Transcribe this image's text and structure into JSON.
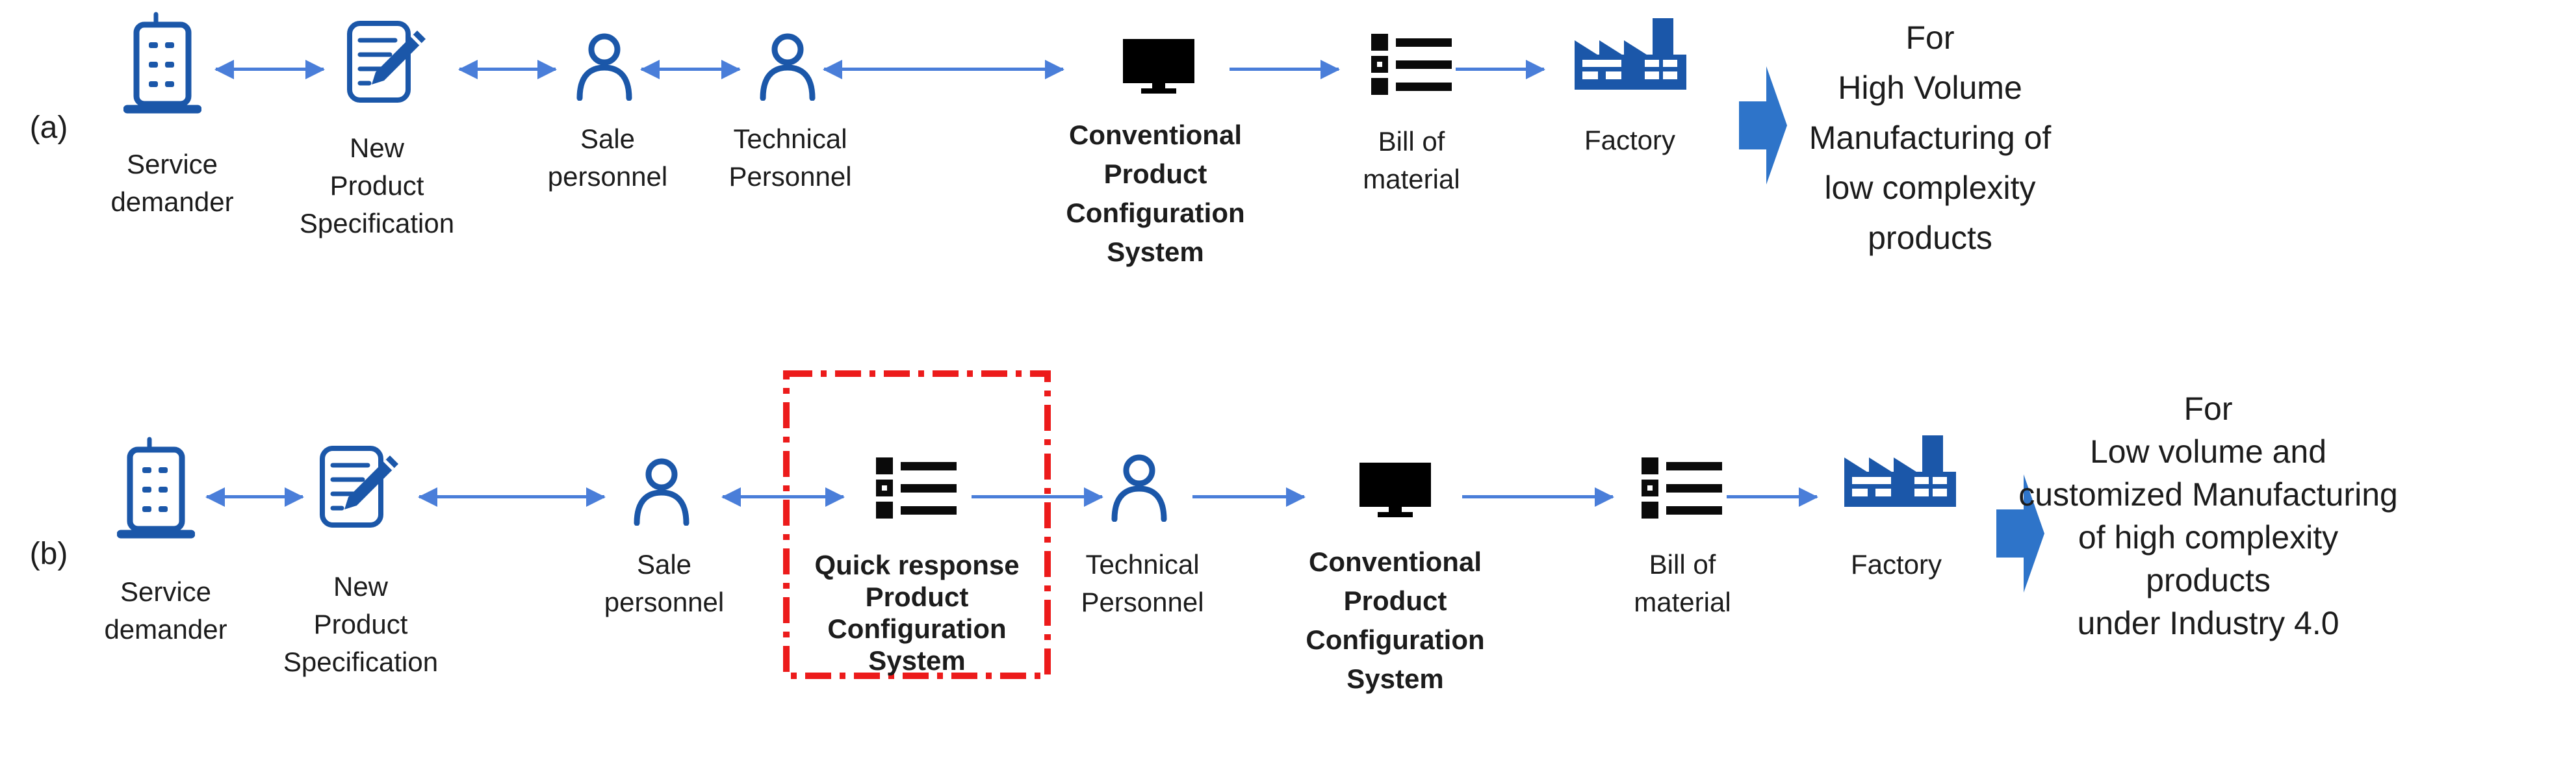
{
  "colors": {
    "icon_blue": "#1B57A9",
    "arrow_blue": "#4A7ED9",
    "block_arrow_blue": "#2E74C9",
    "highlight_red": "#EC1B1B",
    "system_icon_black": "#000000",
    "text": "#1C1C1C"
  },
  "panels": [
    {
      "tag": "(a)",
      "service_demander": "Service\ndemander",
      "new_product_specification": "New\nProduct\nSpecification",
      "sale_personnel": "Sale\npersonnel",
      "technical_personnel": "Technical\nPersonnel",
      "conventional_pcs": "Conventional\nProduct Configuration\nSystem",
      "bill_of_material": "Bill of\nmaterial",
      "factory": "Factory",
      "outcome": "For\nHigh Volume\nManufacturing of\nlow complexity\nproducts"
    },
    {
      "tag": "(b)",
      "service_demander": "Service\ndemander",
      "new_product_specification": "New\nProduct\nSpecification",
      "sale_personnel": "Sale\npersonnel",
      "quick_response_pcs": "Quick response\nProduct\nConfiguration\nSystem",
      "technical_personnel": "Technical\nPersonnel",
      "conventional_pcs": "Conventional\nProduct Configuration\nSystem",
      "bill_of_material": "Bill of\nmaterial",
      "factory": "Factory",
      "outcome": "For\nLow volume and\ncustomized Manufacturing\nof high complexity\nproducts\nunder Industry 4.0"
    }
  ]
}
